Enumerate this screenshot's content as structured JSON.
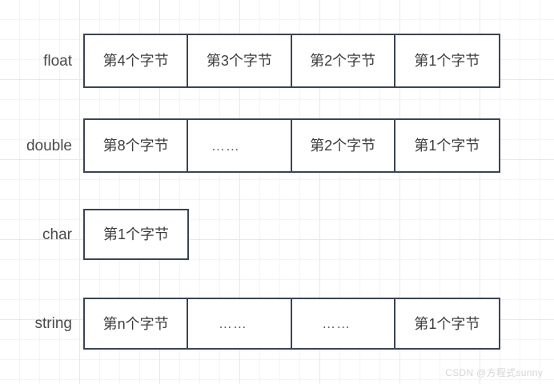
{
  "diagram": {
    "background": "graph-paper",
    "grid_color": "#e8e8e8",
    "box_border_color": "#3a4453",
    "label_color": "#4a4a4a",
    "cell_text_color": "#3c3c3c",
    "rows": [
      {
        "label": "float",
        "cells": [
          {
            "text": "第4个字节",
            "kind": "byte"
          },
          {
            "text": "第3个字节",
            "kind": "byte"
          },
          {
            "text": "第2个字节",
            "kind": "byte"
          },
          {
            "text": "第1个字节",
            "kind": "byte"
          }
        ]
      },
      {
        "label": "double",
        "cells": [
          {
            "text": "第8个字节",
            "kind": "byte"
          },
          {
            "text": "……",
            "kind": "ellipsis"
          },
          {
            "text": "第2个字节",
            "kind": "byte"
          },
          {
            "text": "第1个字节",
            "kind": "byte"
          }
        ]
      },
      {
        "label": "char",
        "cells": [
          {
            "text": "第1个字节",
            "kind": "byte"
          }
        ]
      },
      {
        "label": "string",
        "cells": [
          {
            "text": "第n个字节",
            "kind": "byte"
          },
          {
            "text": "……",
            "kind": "ellipsis"
          },
          {
            "text": "……",
            "kind": "ellipsis"
          },
          {
            "text": "第1个字节",
            "kind": "byte"
          }
        ]
      }
    ]
  },
  "watermark": {
    "text": "CSDN @方程式sunny"
  }
}
